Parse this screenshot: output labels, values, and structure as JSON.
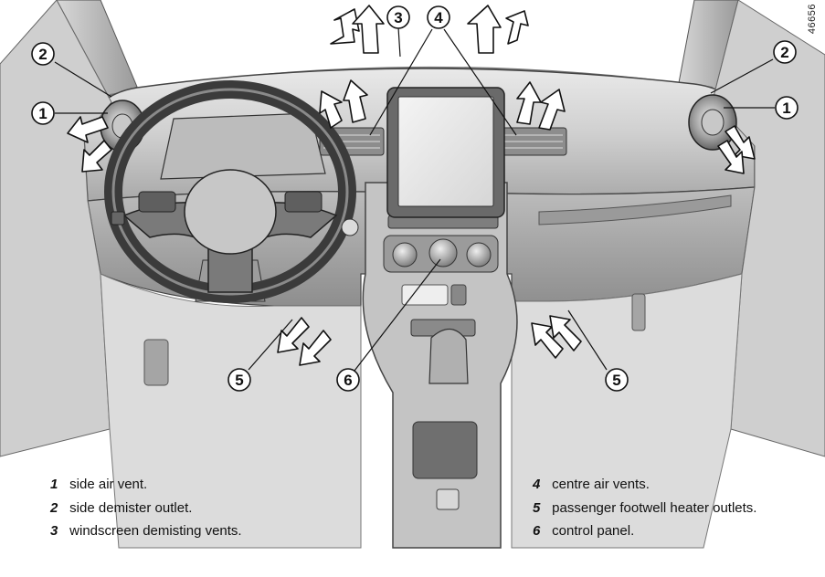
{
  "reference_number": "46656",
  "callouts": [
    {
      "id": "1",
      "label": "1"
    },
    {
      "id": "2",
      "label": "2"
    },
    {
      "id": "3",
      "label": "3"
    },
    {
      "id": "4",
      "label": "4"
    },
    {
      "id": "5",
      "label": "5"
    },
    {
      "id": "6",
      "label": "6"
    }
  ],
  "legend": {
    "left": [
      {
        "num": "1",
        "text": "side air vent."
      },
      {
        "num": "2",
        "text": "side demister outlet."
      },
      {
        "num": "3",
        "text": "windscreen demisting vents."
      }
    ],
    "right": [
      {
        "num": "4",
        "text": "centre air vents."
      },
      {
        "num": "5",
        "text": "passenger footwell heater outlets."
      },
      {
        "num": "6",
        "text": "control panel."
      }
    ]
  }
}
